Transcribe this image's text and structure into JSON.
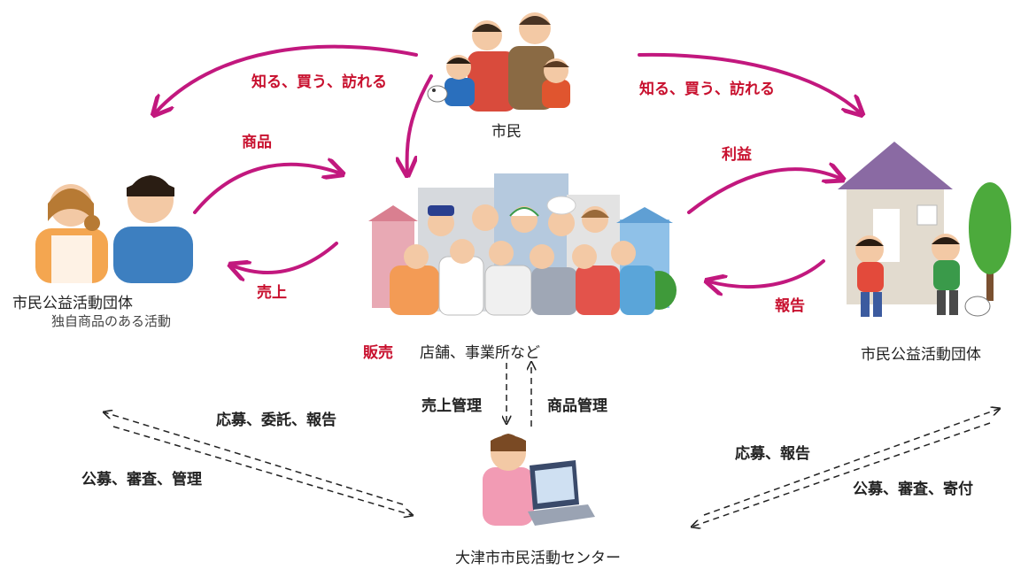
{
  "nodes": {
    "citizens": "市民",
    "group_left": "市民公益活動団体",
    "group_left_sub": "独自商品のある活動",
    "stores": "店舗、事業所など",
    "group_right": "市民公益活動団体",
    "center": "大津市市民活動センター"
  },
  "flows": {
    "know_buy_visit_left": "知る、買う、訪れる",
    "know_buy_visit_right": "知る、買う、訪れる",
    "products": "商品",
    "sales_proceeds": "売上",
    "profit": "利益",
    "report": "報告",
    "sales": "販売",
    "sales_management": "売上管理",
    "product_management": "商品管理",
    "apply_commission_report": "応募、委託、報告",
    "recruit_review_manage": "公募、審査、管理",
    "apply_report": "応募、報告",
    "recruit_review_donate": "公募、審査、寄付"
  },
  "colors": {
    "curve_arrow": "#c2187e",
    "label_red": "#c8102e",
    "dash_arrow": "#222222"
  }
}
